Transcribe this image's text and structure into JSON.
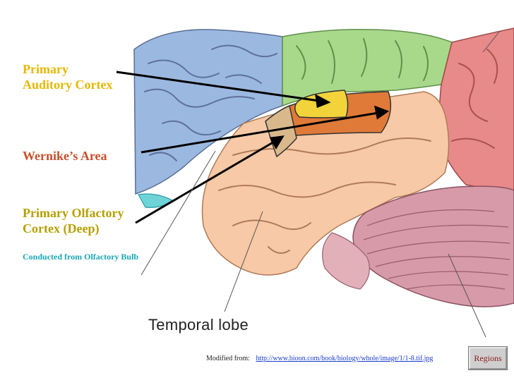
{
  "labels": {
    "auditory_line1": "Primary",
    "auditory_line2": "Auditory Cortex",
    "wernicke": "Wernike’s Area",
    "olfactory_line1": "Primary Olfactory",
    "olfactory_line2": "Cortex (Deep)",
    "olfactory_sub": "Conducted from Olfactory Bulb"
  },
  "figure": {
    "temporal_lobe": "Temporal lobe"
  },
  "credit": {
    "prefix": "Modified from:",
    "link": "http://www.bioon.com/book/biology/whole/image/1/1-8.tif.jpg"
  },
  "nav": {
    "regions_button": "Regions"
  },
  "colors": {
    "auditory_label": "#e6b800",
    "wernicke_label": "#c8502b",
    "olfactory_label": "#b5a000",
    "sub_label": "#1aa7b4",
    "frontal_lobe": "#9bb8e0",
    "parietal_lobe": "#a8d98a",
    "occipital_lobe": "#e88a8a",
    "temporal_lobe": "#f7c9a6",
    "cerebellum": "#d79aa8",
    "auditory_area": "#f2d43a",
    "wernicke_area": "#e07a38",
    "olfactory_area": "#d9b98c"
  }
}
